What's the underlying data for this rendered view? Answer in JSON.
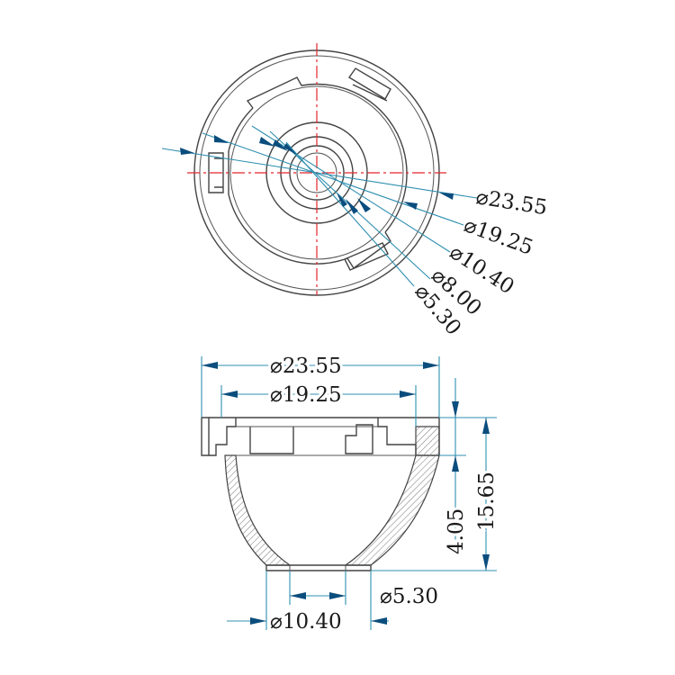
{
  "top_view": {
    "callouts": [
      {
        "label": "⌀23.55"
      },
      {
        "label": "⌀19.25"
      },
      {
        "label": "⌀10.40"
      },
      {
        "label": "⌀8.00"
      },
      {
        "label": "⌀5.30"
      }
    ]
  },
  "side_view": {
    "outer_dia": "⌀23.55",
    "inner_dia": "⌀19.25",
    "height_total": "15.65",
    "height_flange": "4.05",
    "bottom_inner": "⌀5.30",
    "bottom_outer": "⌀10.40"
  },
  "colors": {
    "centerline": "#e3262c",
    "dimension_line": "#2f8fb0",
    "arrowhead": "#0b4d7d",
    "part_outline": "#444444"
  }
}
